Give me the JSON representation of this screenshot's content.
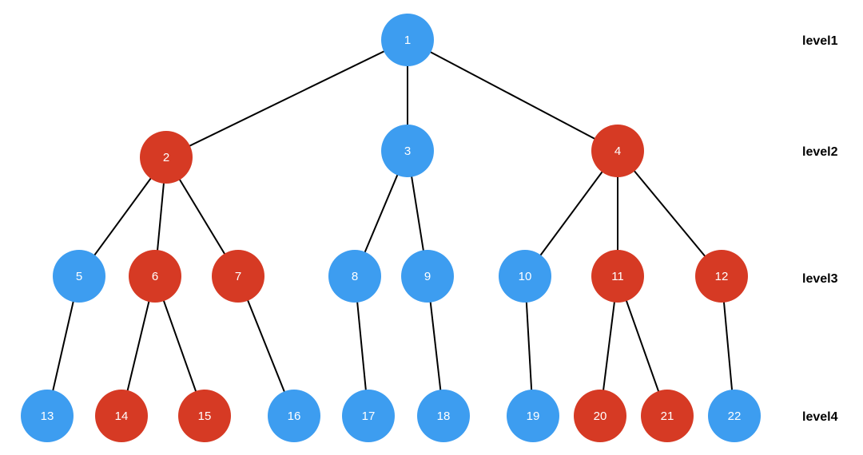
{
  "colors": {
    "blue": "#3d9df0",
    "red": "#d63a24",
    "edge": "#000000"
  },
  "levels": [
    {
      "label": "level1",
      "level": 1
    },
    {
      "label": "level2",
      "level": 2
    },
    {
      "label": "level3",
      "level": 3
    },
    {
      "label": "level4",
      "level": 4
    }
  ],
  "nodes": [
    {
      "id": "1",
      "label": "1",
      "color": "blue",
      "level": 1
    },
    {
      "id": "2",
      "label": "2",
      "color": "red",
      "level": 2,
      "parent": "1"
    },
    {
      "id": "3",
      "label": "3",
      "color": "blue",
      "level": 2,
      "parent": "1"
    },
    {
      "id": "4",
      "label": "4",
      "color": "red",
      "level": 2,
      "parent": "1"
    },
    {
      "id": "5",
      "label": "5",
      "color": "blue",
      "level": 3,
      "parent": "2"
    },
    {
      "id": "6",
      "label": "6",
      "color": "red",
      "level": 3,
      "parent": "2"
    },
    {
      "id": "7",
      "label": "7",
      "color": "red",
      "level": 3,
      "parent": "2"
    },
    {
      "id": "8",
      "label": "8",
      "color": "blue",
      "level": 3,
      "parent": "3"
    },
    {
      "id": "9",
      "label": "9",
      "color": "blue",
      "level": 3,
      "parent": "3"
    },
    {
      "id": "10",
      "label": "10",
      "color": "blue",
      "level": 3,
      "parent": "4"
    },
    {
      "id": "11",
      "label": "11",
      "color": "red",
      "level": 3,
      "parent": "4"
    },
    {
      "id": "12",
      "label": "12",
      "color": "red",
      "level": 3,
      "parent": "4"
    },
    {
      "id": "13",
      "label": "13",
      "color": "blue",
      "level": 4,
      "parent": "5"
    },
    {
      "id": "14",
      "label": "14",
      "color": "red",
      "level": 4,
      "parent": "6"
    },
    {
      "id": "15",
      "label": "15",
      "color": "red",
      "level": 4,
      "parent": "6"
    },
    {
      "id": "16",
      "label": "16",
      "color": "blue",
      "level": 4,
      "parent": "7"
    },
    {
      "id": "17",
      "label": "17",
      "color": "blue",
      "level": 4,
      "parent": "8"
    },
    {
      "id": "18",
      "label": "18",
      "color": "blue",
      "level": 4,
      "parent": "9"
    },
    {
      "id": "19",
      "label": "19",
      "color": "blue",
      "level": 4,
      "parent": "10"
    },
    {
      "id": "20",
      "label": "20",
      "color": "red",
      "level": 4,
      "parent": "11"
    },
    {
      "id": "21",
      "label": "21",
      "color": "red",
      "level": 4,
      "parent": "11"
    },
    {
      "id": "22",
      "label": "22",
      "color": "blue",
      "level": 4,
      "parent": "12"
    }
  ]
}
